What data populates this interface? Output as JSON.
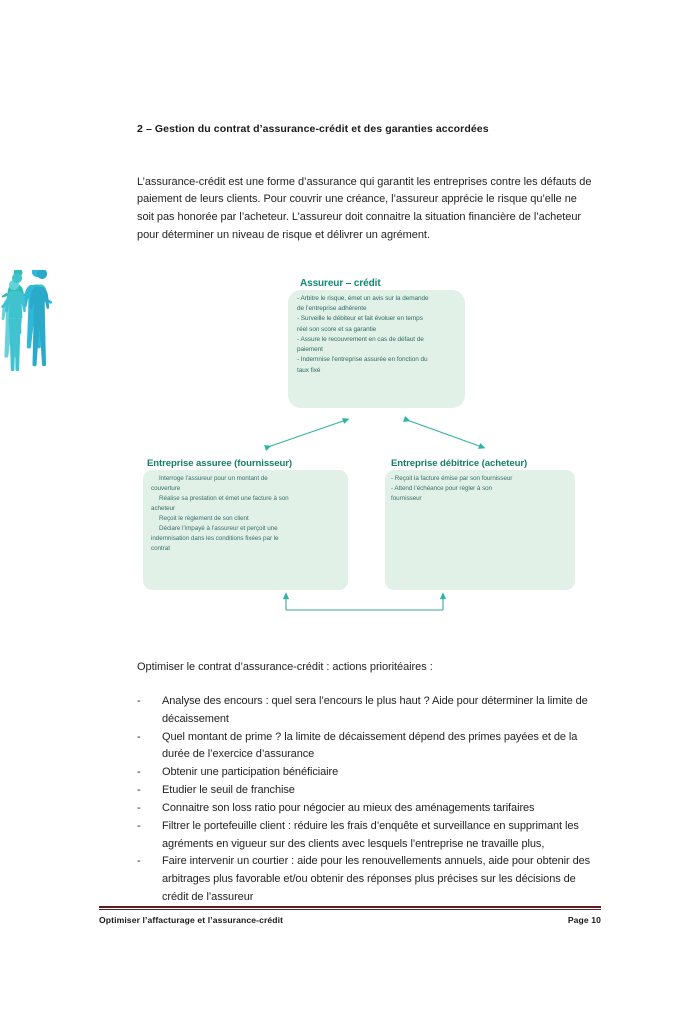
{
  "document": {
    "heading": "2 – Gestion du contrat d’assurance-crédit et des garanties accordées",
    "intro": "L’assurance-crédit est une forme d’assurance qui garantit les entreprises contre les défauts de paiement de leurs clients. Pour couvrir une créance, l’assureur apprécie le risque qu’elle ne soit pas honorée par l’acheteur. L’assureur doit connaitre la situation financière de l’acheteur pour déterminer un niveau de risque et délivrer un agrément."
  },
  "diagram": {
    "accent_color": "#2bb5a8",
    "box_fill": "#e2f1e8",
    "title_color": "#14846c",
    "silhouette_colors": [
      "#4fc3e0",
      "#31b8a8",
      "#6fd6d0"
    ],
    "insurer": {
      "title": "Assureur – crédit",
      "lines": [
        "- Arbitre le risque, émet un avis sur la demande",
        "de l’entreprise adhérente",
        "- Surveille le débiteur et fait évoluer en temps",
        "réel son score et sa garantie",
        "- Assure le recouvrement en cas de défaut de",
        "paiement",
        "- Indemnise l’entreprise assurée en fonction du",
        "taux fixé"
      ]
    },
    "supplier": {
      "title": "Entreprise assuree (fournisseur)",
      "lines": [
        "Interroge l’assureur pour un montant de",
        "couverture",
        "Réalise sa prestation et émet une facture à son",
        "acheteur",
        "Reçoit le règlement de son client",
        "Déclare l’impayé à l’assureur et perçoit une",
        "indemnisation dans les conditions fixées par le",
        "contrat"
      ]
    },
    "buyer": {
      "title": "Entreprise débitrice (acheteur)",
      "lines": [
        "- Reçoit la facture émise par son fournisseur",
        "- Attend l’échéance pour régler à son",
        "fournisseur"
      ]
    }
  },
  "actions": {
    "lead_in": "Optimiser le contrat d’assurance-crédit : actions prioritéaires :",
    "marker": "-",
    "items": [
      "Analyse des encours : quel sera l’encours le plus haut ? Aide pour déterminer la limite de décaissement",
      "Quel montant de prime ? la limite de décaissement dépend des primes payées et de la durée de l’exercice d’assurance",
      "Obtenir une participation bénéficiaire",
      "Etudier le seuil de franchise",
      "Connaitre son loss ratio pour négocier au mieux des aménagements tarifaires",
      "Filtrer le portefeuille client : réduire les frais d’enquête et surveillance en supprimant les agréments en vigueur sur des clients avec lesquels l’entreprise ne travaille plus,",
      "Faire intervenir un courtier : aide pour les renouvellements annuels, aide pour obtenir des arbitrages plus favorable et/ou obtenir des réponses plus précises sur les décisions de crédit de l’assureur"
    ]
  },
  "footer": {
    "title": "Optimiser l’affacturage et l’assurance-crédit",
    "page": "Page 10",
    "rule_color": "#5b1f1f"
  }
}
